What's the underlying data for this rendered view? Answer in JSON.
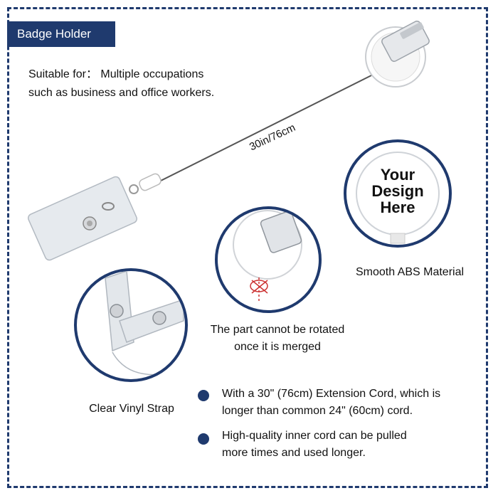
{
  "title": "Badge Holder",
  "intro": {
    "line1": "Suitable for： Multiple occupations",
    "line2": "such as business and office workers."
  },
  "cord_length": "30in/76cm",
  "callouts": {
    "design": {
      "circle_text": [
        "Your",
        "Design",
        "Here"
      ],
      "caption": "Smooth ABS Material"
    },
    "rotation": {
      "caption_line1": "The part cannot be rotated",
      "caption_line2": "once it is merged"
    },
    "strap": {
      "caption": "Clear Vinyl Strap"
    }
  },
  "features": [
    {
      "line1": "With a 30\" (76cm) Extension Cord,  which is",
      "line2": "longer than common 24\" (60cm) cord."
    },
    {
      "line1": "High-quality inner cord can be pulled",
      "line2": "more times and used longer."
    }
  ],
  "colors": {
    "brand_navy": "#1f3a6e",
    "product_white": "#ffffff",
    "cord_gray": "#555555",
    "strap_clear": "#d8dde2"
  }
}
